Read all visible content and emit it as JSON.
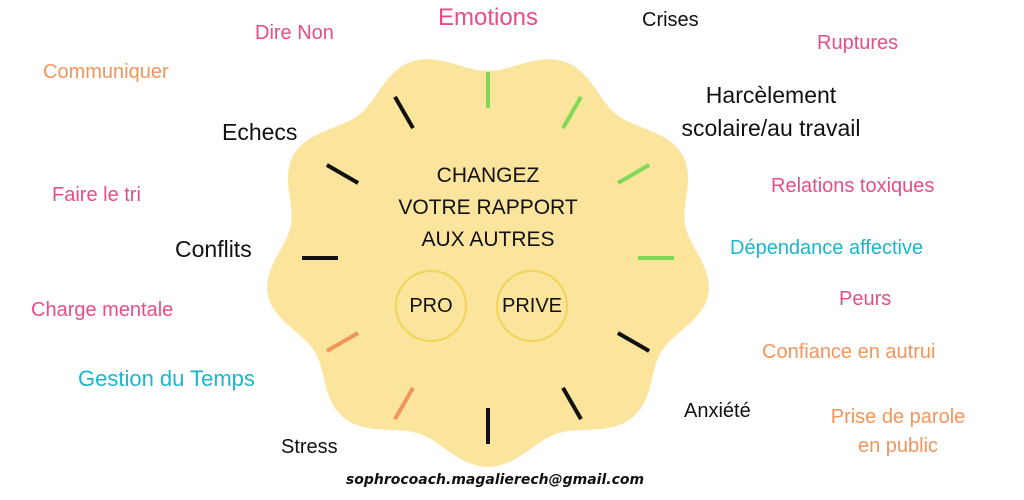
{
  "colors": {
    "pink": "#e64d8a",
    "orange": "#f2955b",
    "teal": "#1bb5cc",
    "black": "#111111",
    "blob": "#fbe49b",
    "tick_green": "#7ed957",
    "tick_orange": "#f2955b",
    "tick_black": "#111111"
  },
  "center": {
    "line1": "CHANGEZ",
    "line2": "VOTRE RAPPORT",
    "line3": "AUX AUTRES",
    "pro": "PRO",
    "prive": "PRIVE"
  },
  "topics": {
    "emotions": "Emotions",
    "crises": "Crises",
    "dire_non": "Dire Non",
    "ruptures": "Ruptures",
    "communiquer": "Communiquer",
    "harcelement_1": "Harcèlement",
    "harcelement_2": "scolaire/au travail",
    "echecs": "Echecs",
    "relations_toxiques": "Relations toxiques",
    "faire_le_tri": "Faire le tri",
    "conflits": "Conflits",
    "dependance": "Dépendance affective",
    "peurs": "Peurs",
    "charge_mentale": "Charge mentale",
    "confiance": "Confiance en autrui",
    "gestion_temps": "Gestion du Temps",
    "anxiete": "Anxiété",
    "prise_parole_1": "Prise de parole",
    "prise_parole_2": "en public",
    "stress": "Stress"
  },
  "footer": {
    "email": "sophrocoach.magalierech@gmail.com"
  },
  "ticks": [
    "green",
    "green",
    "green",
    "green",
    "black",
    "black",
    "black",
    "orange",
    "orange",
    "black",
    "black",
    "black"
  ]
}
